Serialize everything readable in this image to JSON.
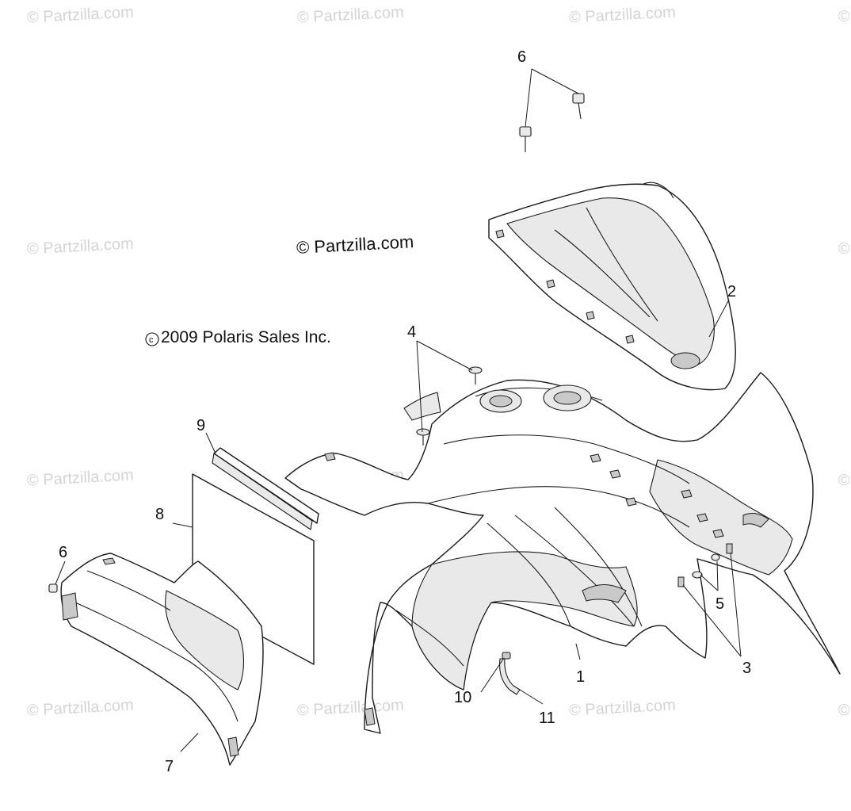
{
  "watermark": {
    "text": "© Partzilla.com",
    "partial": "©"
  },
  "copyright": {
    "main": "© Partzilla.com",
    "sub": "2009 Polaris Sales Inc.",
    "sub_symbol": "c"
  },
  "callouts": [
    "6",
    "2",
    "4",
    "9",
    "8",
    "6",
    "5",
    "3",
    "1",
    "10",
    "11",
    "7"
  ],
  "parts": [
    {
      "callout": "1",
      "icon": "front-cab-panel-icon"
    },
    {
      "callout": "2",
      "icon": "headlight-pod-icon"
    },
    {
      "callout": "3",
      "icon": "clip-icon"
    },
    {
      "callout": "4",
      "icon": "push-rivet-icon"
    },
    {
      "callout": "5",
      "icon": "screw-icon"
    },
    {
      "callout": "6",
      "icon": "flange-bolt-icon"
    },
    {
      "callout": "7",
      "icon": "side-panel-icon"
    },
    {
      "callout": "8",
      "icon": "decal-sheet-icon"
    },
    {
      "callout": "9",
      "icon": "foam-strip-icon"
    },
    {
      "callout": "10",
      "icon": "tube-clamp-icon"
    },
    {
      "callout": "11",
      "icon": "drain-hose-icon"
    }
  ]
}
